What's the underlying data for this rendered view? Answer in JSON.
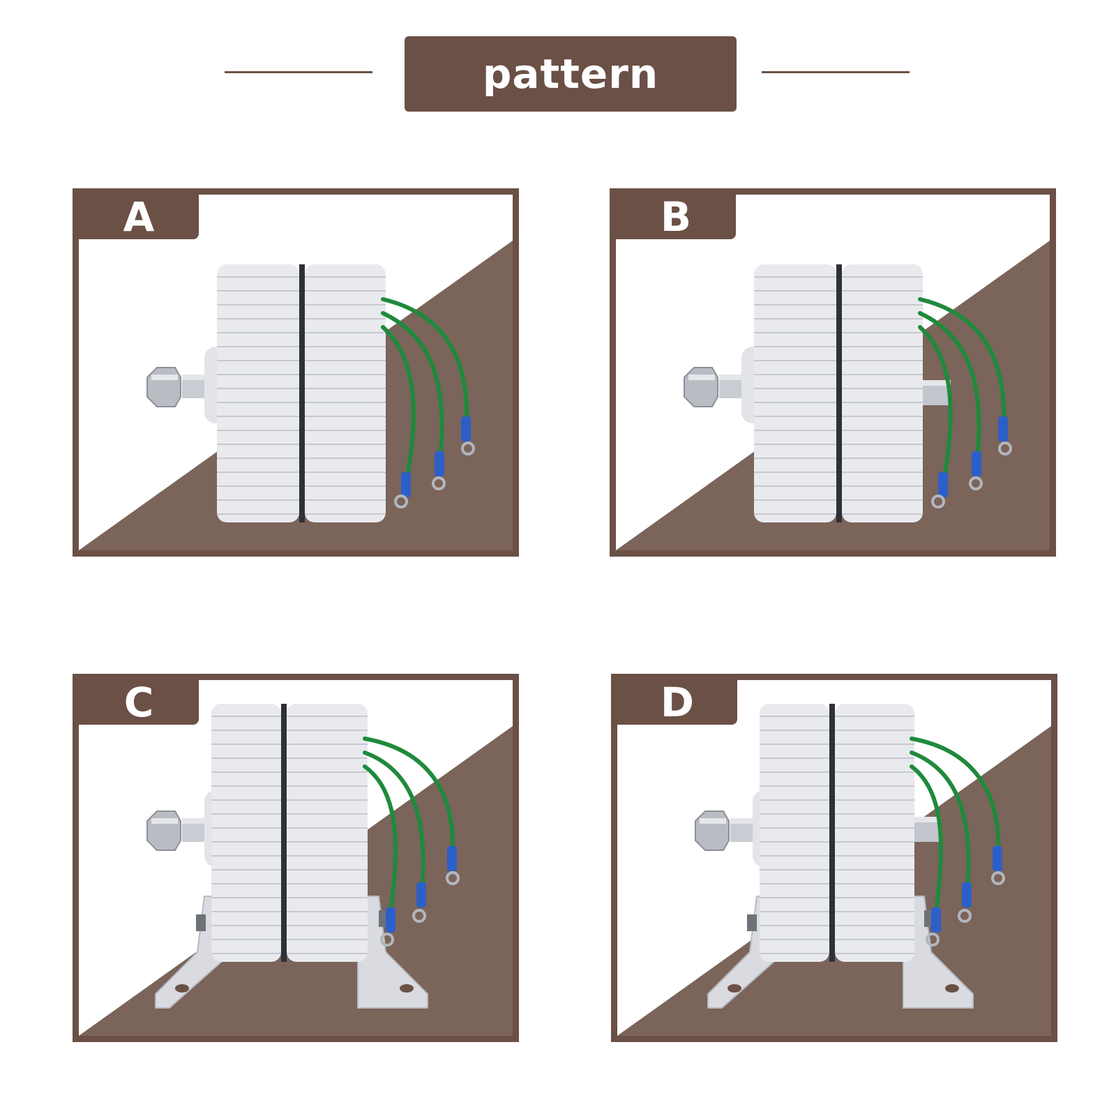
{
  "header": {
    "title": "pattern"
  },
  "panels": [
    {
      "label": "A",
      "variant": "shaft-front"
    },
    {
      "label": "B",
      "variant": "double-shaft"
    },
    {
      "label": "C",
      "variant": "shaft-front-with-base"
    },
    {
      "label": "D",
      "variant": "double-shaft-with-base"
    }
  ],
  "colors": {
    "brand_brown": "#6b5046",
    "background_brown": "#7b645a",
    "generator_body": "#e9eaee",
    "wire_green": "#1f8a3c",
    "terminal_blue": "#2c5fc9"
  }
}
